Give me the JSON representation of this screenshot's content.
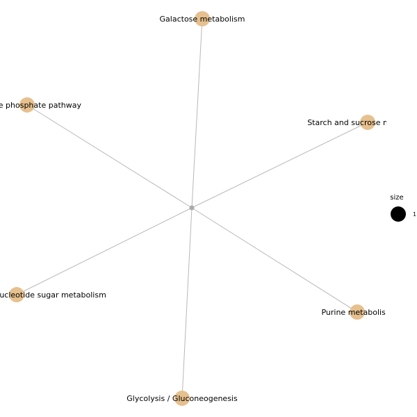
{
  "colors": {
    "background": "#ffffff",
    "edge": "#b8b8b8",
    "hub": "#aaaaaa",
    "leaf": "#e6c08e",
    "legend_marker": "#000000",
    "label": "#000000"
  },
  "network": {
    "hub": {
      "id": "center"
    },
    "nodes": [
      {
        "id": "galactose",
        "label": "Galactose metabolism"
      },
      {
        "id": "pentose",
        "label": "Pentose phosphate pathway"
      },
      {
        "id": "starch",
        "label": "Starch and sucrose metabolism"
      },
      {
        "id": "amino",
        "label": "Amino sugar and nucleotide sugar metabolism"
      },
      {
        "id": "purine",
        "label": "Purine metabolism"
      },
      {
        "id": "glycolysis",
        "label": "Glycolysis / Gluconeogenesis"
      }
    ],
    "edges": [
      {
        "source": "center",
        "target": "galactose"
      },
      {
        "source": "center",
        "target": "pentose"
      },
      {
        "source": "center",
        "target": "starch"
      },
      {
        "source": "center",
        "target": "amino"
      },
      {
        "source": "center",
        "target": "purine"
      },
      {
        "source": "center",
        "target": "glycolysis"
      }
    ]
  },
  "legend": {
    "title": "size",
    "value": "1"
  }
}
